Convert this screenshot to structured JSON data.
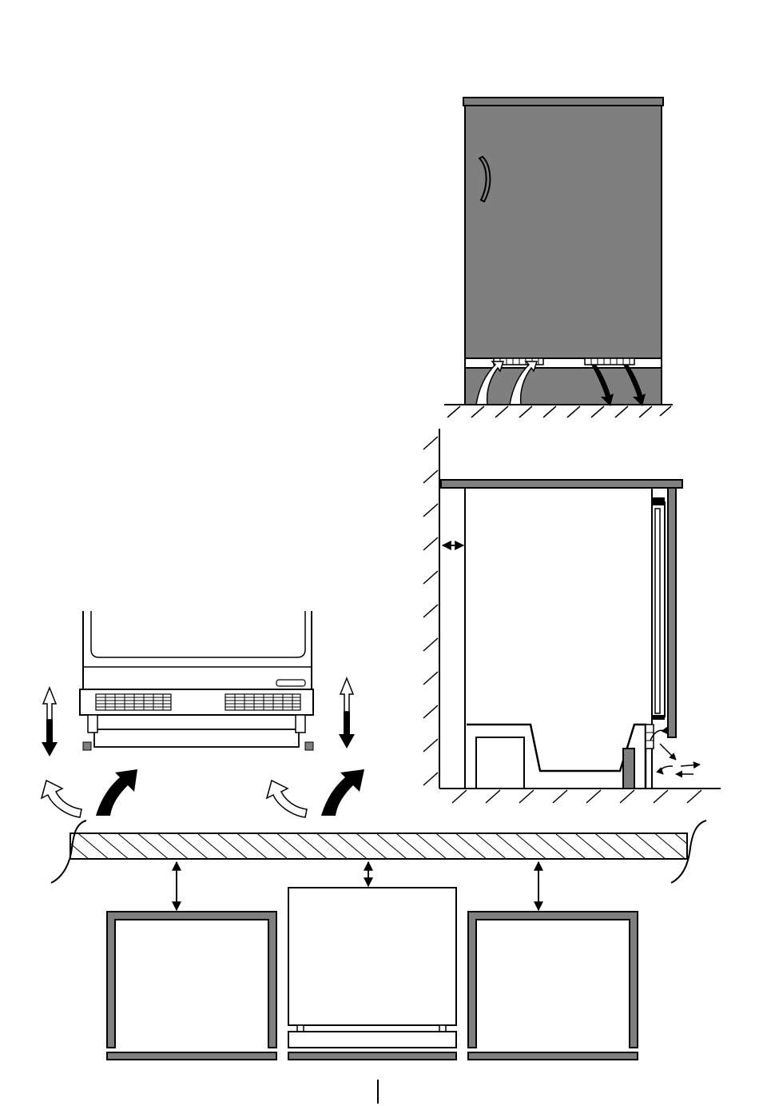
{
  "colors": {
    "appliance_grey": "#7f7f7f",
    "outline": "#000000",
    "background": "#ffffff",
    "hatch": "#000000"
  },
  "figures": [
    {
      "id": "front-view-appliance",
      "airflow": {
        "intake_arrows": 2,
        "exhaust_arrows": 2
      }
    },
    {
      "id": "side-section-installation",
      "airflow_arrows": 4
    },
    {
      "id": "plinth-ventilation-detail",
      "airflow_arrows": 4,
      "adjust_arrows": 2
    },
    {
      "id": "under-counter-clearance",
      "cabinets": 3,
      "clearance_arrows": 3
    }
  ]
}
